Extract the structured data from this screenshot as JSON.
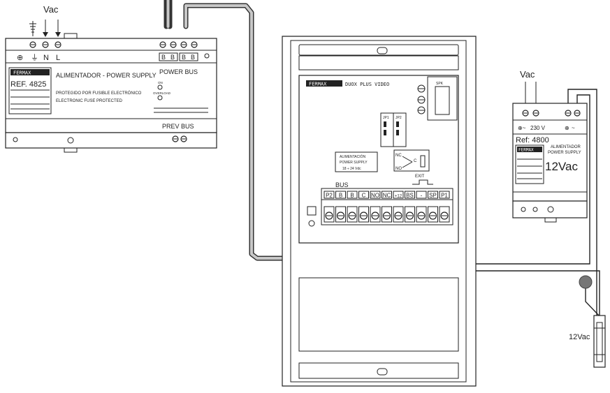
{
  "power_supply": {
    "brand": "FERMAX",
    "vac_label": "Vac",
    "terminal_n": "N",
    "terminal_l": "L",
    "ref": "REF. 4825",
    "title": "ALIMENTADOR - POWER SUPPLY",
    "line1": "PROTEGIDO POR FUSIBLE ELECTRÓNICO",
    "line2": "ELECTRONIC FUSE PROTECTED",
    "power_bus": "POWER BUS",
    "prev_bus": "PREV BUS",
    "bus_terminals": [
      "B",
      "B",
      "B",
      "B"
    ],
    "led_on": "ON",
    "led_overload": "OVERLOAD"
  },
  "monitor_board": {
    "brand": "FERMAX",
    "model": "DUOX PLUS VIDEO",
    "supply_label_1": "ALIMENTACIÓN",
    "supply_label_2": "POWER SUPPLY",
    "supply_label_3": "18 ÷ 24 Vdc",
    "jp1": "JP1",
    "jp2": "JP2",
    "bus_label": "BUS",
    "exit_label": "EXIT",
    "relay_nc": "NC",
    "relay_no": "NO",
    "relay_c": "C",
    "spk": "SPK",
    "terminals": [
      "P2",
      "B",
      "B",
      "C",
      "NO",
      "NC",
      "+12",
      "BS",
      "-",
      "SP",
      "P1"
    ]
  },
  "transformer": {
    "vac_label": "Vac",
    "input_label": "230 V",
    "output_label": "~",
    "ref": "Ref: 4800",
    "brand": "FERMAX",
    "title_1": "ALIMENTADOR",
    "title_2": "POWER SUPPLY",
    "output_voltage": "12Vac"
  },
  "lock": {
    "label": "12Vac"
  }
}
